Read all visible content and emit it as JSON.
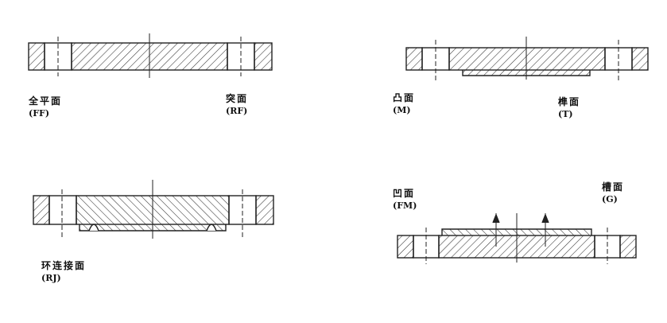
{
  "labels": {
    "ff": {
      "zh": "全平面",
      "en": "(FF)"
    },
    "rf": {
      "zh": "突面",
      "en": "(RF)"
    },
    "m": {
      "zh": "凸面",
      "en": "(M)"
    },
    "t": {
      "zh": "榫面",
      "en": "(T)"
    },
    "rj": {
      "zh": "环连接面",
      "en": "(RJ)"
    },
    "fm": {
      "zh": "凹面",
      "en": "(FM)"
    },
    "g": {
      "zh": "槽面",
      "en": "(G)"
    }
  },
  "colors": {
    "line": "#222222",
    "hatch": "#333333",
    "background": "#ffffff"
  }
}
